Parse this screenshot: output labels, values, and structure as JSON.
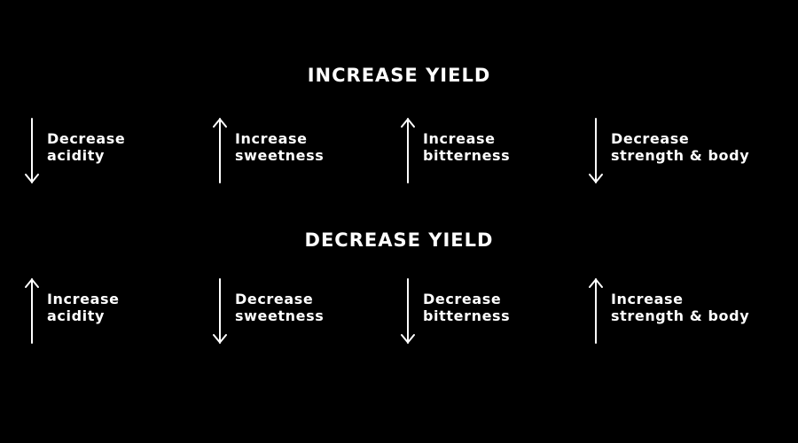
{
  "sections": [
    {
      "title": "INCREASE YIELD",
      "items": [
        {
          "direction": "down",
          "line1": "Decrease",
          "line2": "acidity"
        },
        {
          "direction": "up",
          "line1": "Increase",
          "line2": "sweetness"
        },
        {
          "direction": "up",
          "line1": "Increase",
          "line2": "bitterness"
        },
        {
          "direction": "down",
          "line1": "Decrease",
          "line2": "strength & body"
        }
      ]
    },
    {
      "title": "DECREASE YIELD",
      "items": [
        {
          "direction": "up",
          "line1": "Increase",
          "line2": "acidity"
        },
        {
          "direction": "down",
          "line1": "Decrease",
          "line2": "sweetness"
        },
        {
          "direction": "down",
          "line1": "Decrease",
          "line2": "bitterness"
        },
        {
          "direction": "up",
          "line1": "Increase",
          "line2": "strength & body"
        }
      ]
    }
  ]
}
